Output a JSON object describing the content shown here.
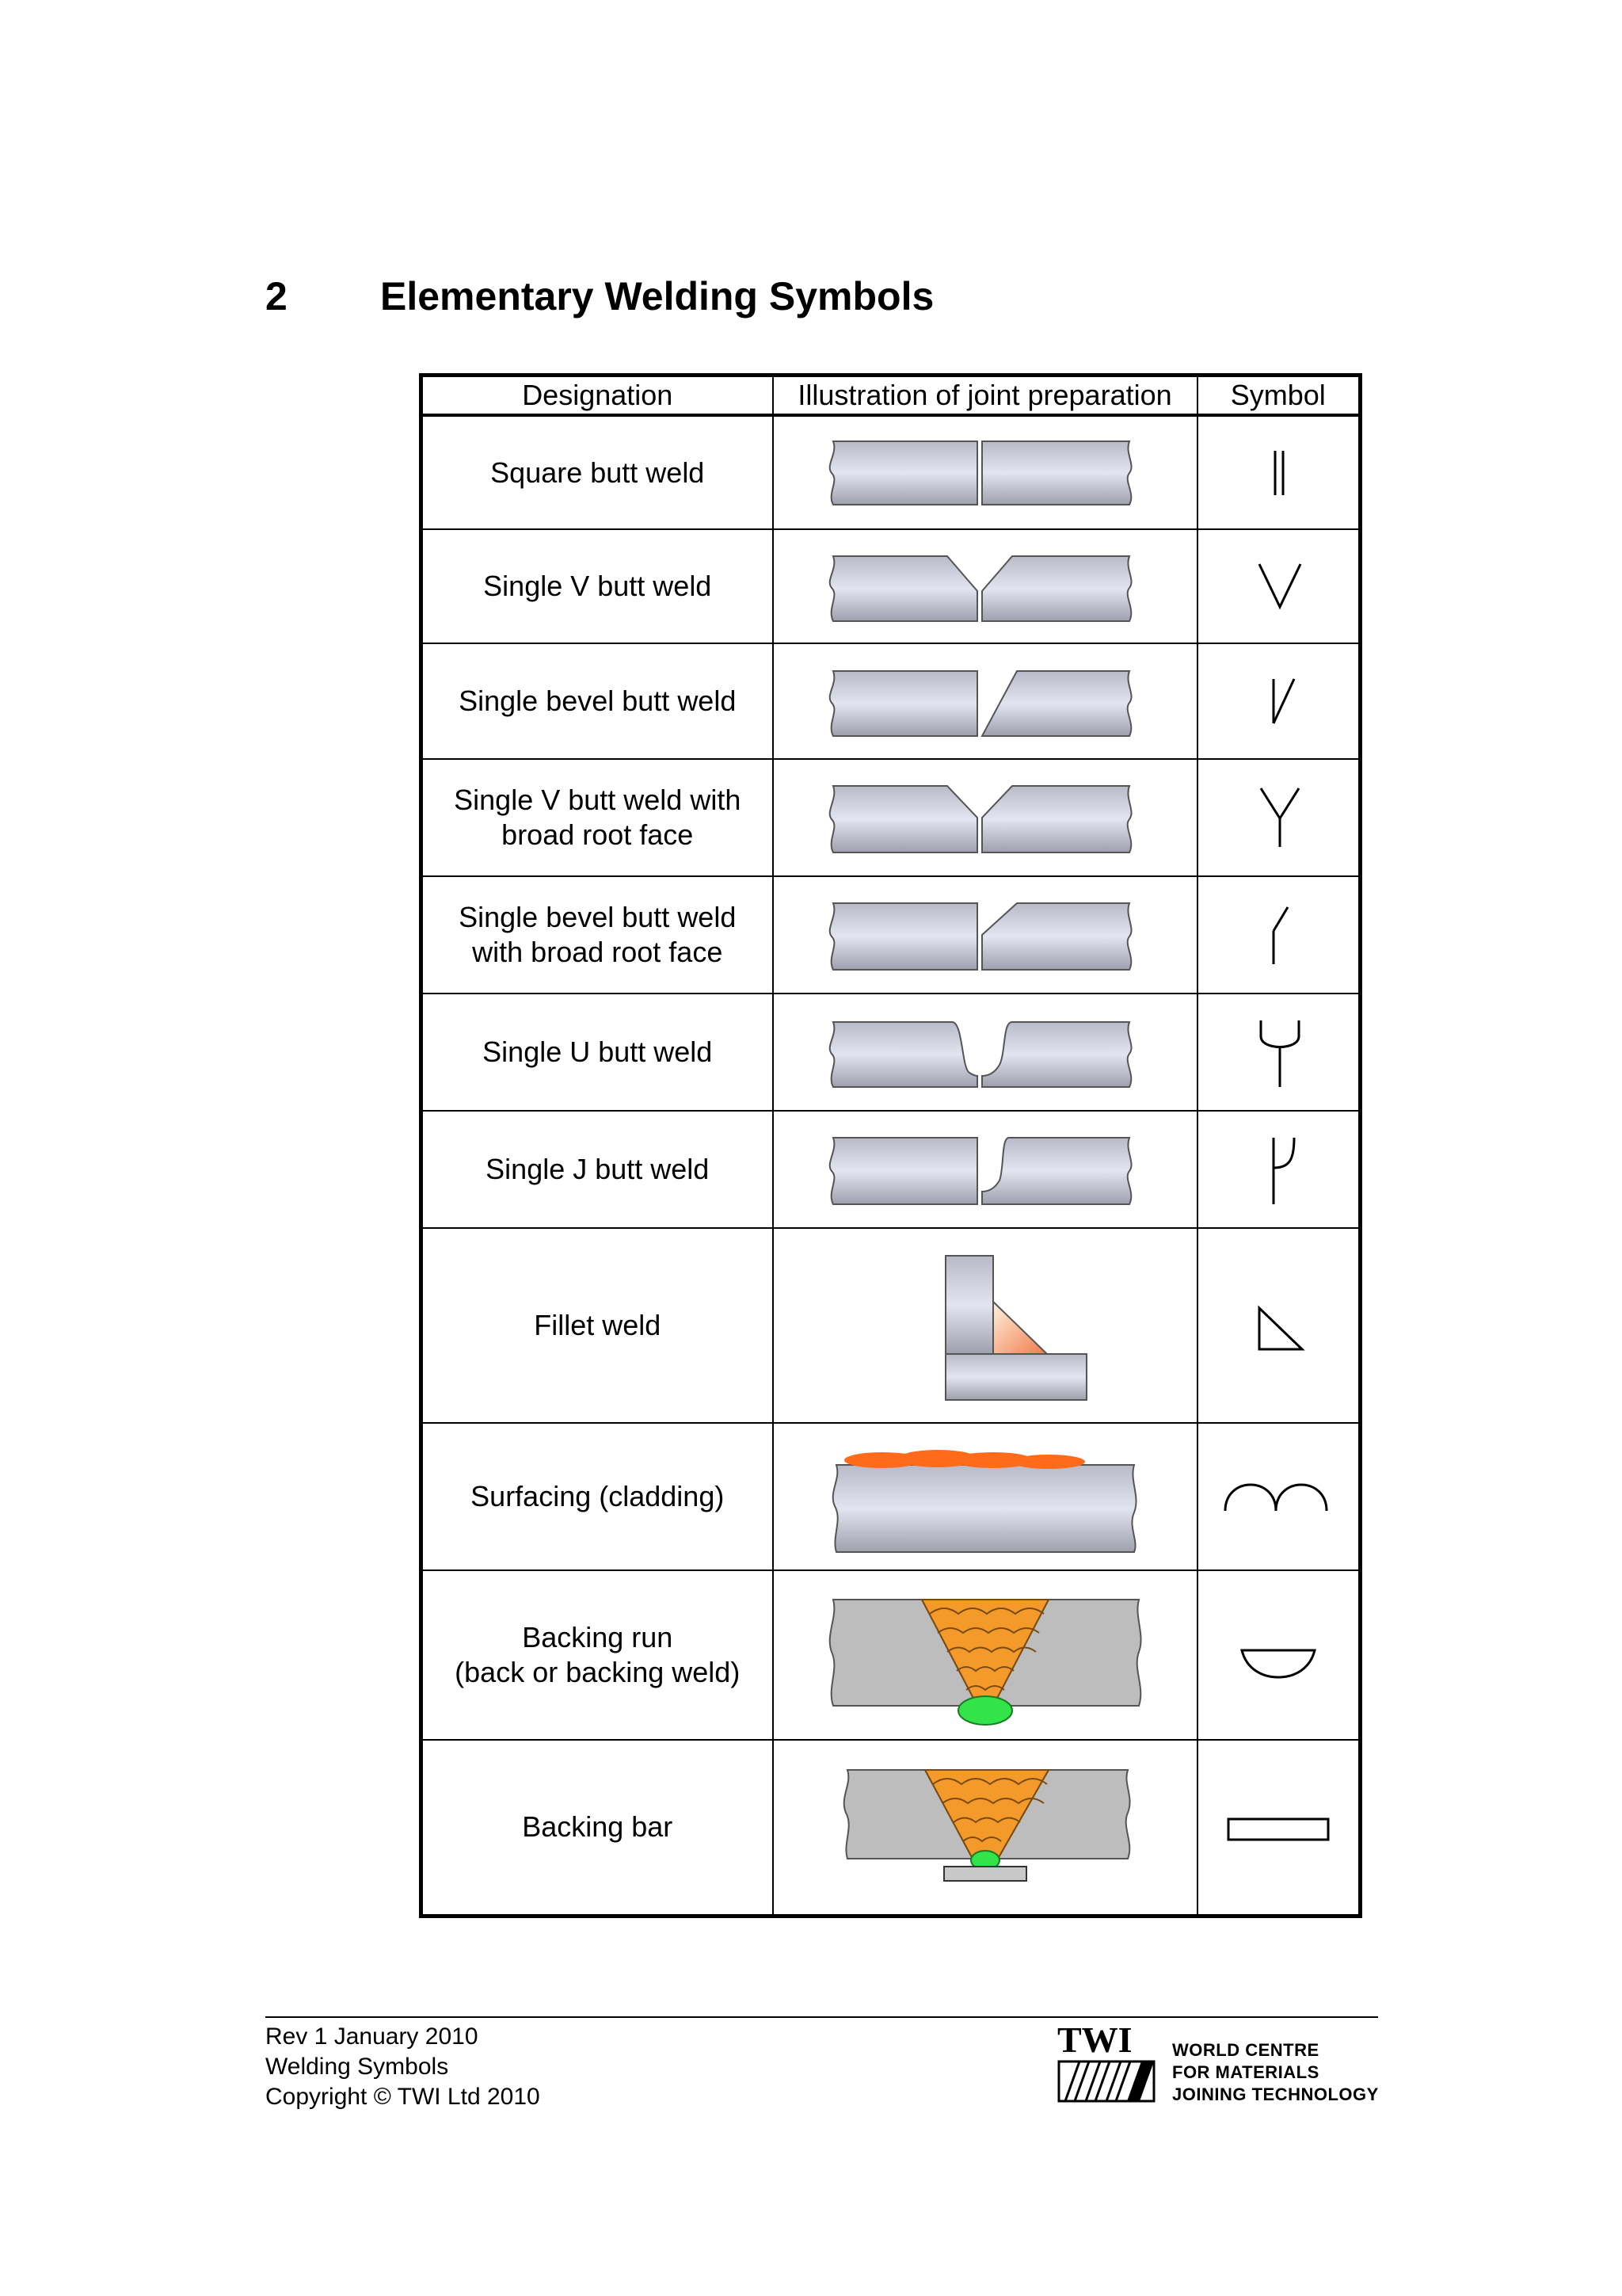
{
  "heading": {
    "number": "2",
    "title": "Elementary Welding Symbols"
  },
  "table": {
    "headers": [
      "Designation",
      "Illustration of joint preparation",
      "Symbol"
    ],
    "rows": [
      {
        "designation": "Square butt weld",
        "symbol_icon": "square-butt-symbol"
      },
      {
        "designation": "Single V butt weld",
        "symbol_icon": "single-v-symbol"
      },
      {
        "designation": "Single bevel butt weld",
        "symbol_icon": "single-bevel-symbol"
      },
      {
        "designation": "Single V butt weld with\nbroad root face",
        "symbol_icon": "single-v-broad-root-symbol"
      },
      {
        "designation": "Single bevel butt weld\nwith broad root face",
        "symbol_icon": "single-bevel-broad-root-symbol"
      },
      {
        "designation": "Single U butt weld",
        "symbol_icon": "single-u-symbol"
      },
      {
        "designation": "Single J butt weld",
        "symbol_icon": "single-j-symbol"
      },
      {
        "designation": "Fillet weld",
        "symbol_icon": "fillet-symbol"
      },
      {
        "designation": "Surfacing (cladding)",
        "symbol_icon": "surfacing-symbol"
      },
      {
        "designation": "Backing run\n(back or backing weld)",
        "symbol_icon": "backing-run-symbol"
      },
      {
        "designation": "Backing bar",
        "symbol_icon": "backing-bar-symbol"
      }
    ]
  },
  "footer": {
    "line1": "Rev 1 January 2010",
    "line2": "Welding Symbols",
    "line3": "Copyright © TWI Ltd 2010",
    "logo_text": "TWI",
    "tagline1": "WORLD CENTRE",
    "tagline2": "FOR MATERIALS",
    "tagline3": "JOINING TECHNOLOGY"
  },
  "colors": {
    "plate": "#c8cad8",
    "weld_orange": "#f39a2a",
    "root_green": "#33e34a",
    "cladding_orange": "#ff6b1a",
    "backing_gray": "#bdbdbd"
  }
}
